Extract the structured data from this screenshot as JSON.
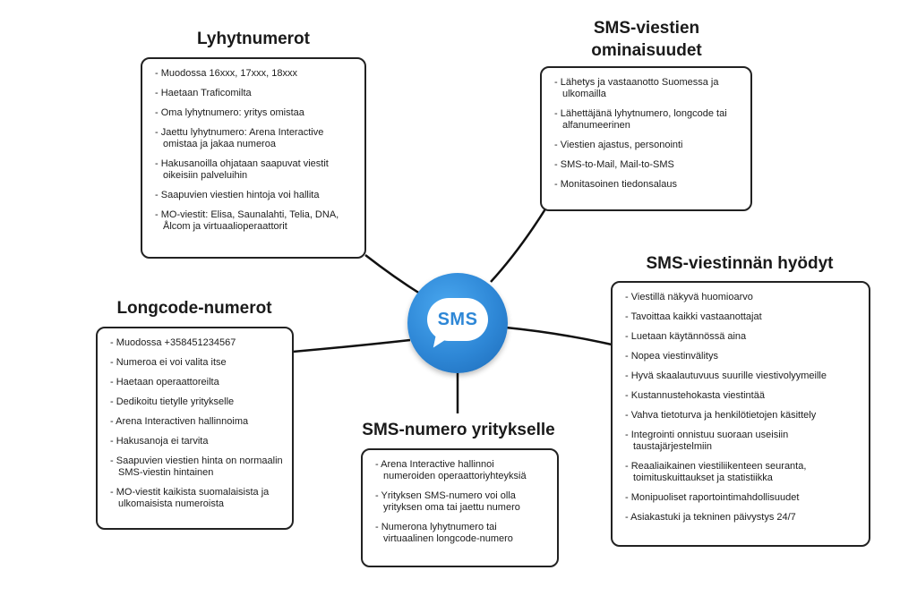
{
  "hub": {
    "label": "SMS"
  },
  "lyhytnumerot": {
    "title": "Lyhytnumerot",
    "items": [
      "Muodossa 16xxx, 17xxx, 18xxx",
      "Haetaan Traficomilta",
      "Oma lyhytnumero: yritys omistaa",
      "Jaettu lyhytnumero: Arena Interactive omistaa ja jakaa numeroa",
      "Hakusanoilla ohjataan saapuvat viestit oikeisiin palveluihin",
      "Saapuvien viestien hintoja voi hallita",
      "MO-viestit: Elisa, Saunalahti, Telia, DNA, Ålcom ja virtuaalioperaattorit"
    ]
  },
  "ominaisuudet": {
    "title_line1": "SMS-viestien",
    "title_line2": "ominaisuudet",
    "items": [
      "Lähetys ja vastaanotto Suomessa ja ulkomailla",
      "Lähettäjänä lyhytnumero, longcode tai alfanumeerinen",
      "Viestien ajastus, personointi",
      "SMS-to-Mail, Mail-to-SMS",
      "Monitasoinen tiedonsalaus"
    ]
  },
  "longcode": {
    "title": "Longcode-numerot",
    "items": [
      "Muodossa +358451234567",
      "Numeroa ei voi valita itse",
      "Haetaan operaattoreilta",
      "Dedikoitu tietylle yritykselle",
      "Arena Interactiven hallinnoima",
      "Hakusanoja ei tarvita",
      "Saapuvien viestien hinta on normaalin SMS-viestin hintainen",
      "MO-viestit kaikista suomalaisista ja ulkomaisista numeroista"
    ]
  },
  "hyodyt": {
    "title": "SMS-viestinnän hyödyt",
    "items": [
      "Viestillä näkyvä huomioarvo",
      "Tavoittaa kaikki vastaanottajat",
      "Luetaan käytännössä aina",
      "Nopea viestinvälitys",
      "Hyvä skaalautuvuus suurille viestivolyymeille",
      "Kustannustehokasta viestintää",
      "Vahva tietoturva ja henkilötietojen käsittely",
      "Integrointi onnistuu suoraan useisiin taustajärjestelmiin",
      "Reaaliaikainen viestiliikenteen seuranta, toimituskuittaukset ja statistiikka",
      "Monipuoliset raportointimahdollisuudet",
      "Asiakastuki ja tekninen päivystys 24/7"
    ]
  },
  "yritykselle": {
    "title": "SMS-numero yritykselle",
    "items": [
      "Arena Interactive hallinnoi numeroiden operaattoriyhteyksiä",
      "Yrityksen SMS-numero voi olla yrityksen oma tai jaettu numero",
      "Numerona lyhytnumero tai virtuaalinen longcode-numero"
    ]
  }
}
